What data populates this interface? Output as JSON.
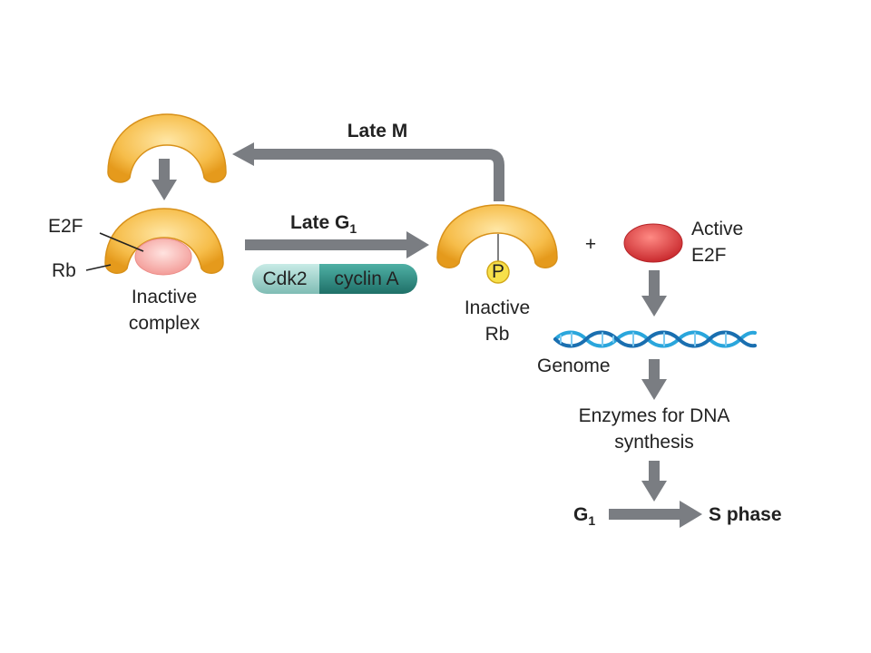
{
  "labels": {
    "late_m": "Late M",
    "late_g1_main": "Late G",
    "late_g1_sub": "1",
    "cdk2": "Cdk2",
    "cyclin": "cyclin A",
    "e2f_pointer": "E2F",
    "rb_pointer": "Rb",
    "inactive_complex_line1": "Inactive",
    "inactive_complex_line2": "complex",
    "phospho": "P",
    "inactive_rb_line1": "Inactive",
    "inactive_rb_line2": "Rb",
    "plus": "+",
    "active_e2f_line1": "Active",
    "active_e2f_line2": "E2F",
    "genome": "Genome",
    "enzymes_line1": "Enzymes for DNA",
    "enzymes_line2": "synthesis",
    "g1_main": "G",
    "g1_sub": "1",
    "s_phase": "S phase"
  },
  "colors": {
    "rb_protein": "#f5b43a",
    "e2f_bound": "#f7b7b3",
    "e2f_active": "#d9363a",
    "arrow": "#7a7d82",
    "cdk2_fill": "#9fd3cc",
    "cyclin_fill": "#2f8e84",
    "phospho_fill": "#f7e04a",
    "dna": "#2aa6dc"
  }
}
